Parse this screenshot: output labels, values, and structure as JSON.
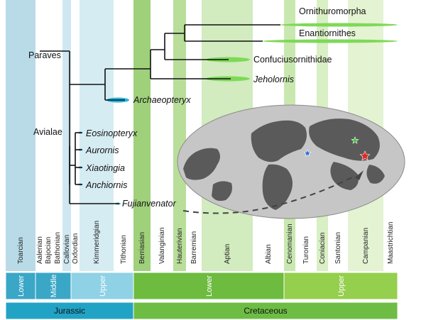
{
  "stages": [
    {
      "name": "Toarcian",
      "color": "#b9dbe8",
      "text": "#222222"
    },
    {
      "name": "Aalenian",
      "color": "#ffffff",
      "text": "#222222"
    },
    {
      "name": "Bajocian",
      "color": "#ffffff",
      "text": "#222222"
    },
    {
      "name": "Bathonian",
      "color": "#ffffff",
      "text": "#222222"
    },
    {
      "name": "Callovian",
      "color": "#cfe7f0",
      "text": "#222222"
    },
    {
      "name": "Oxfordian",
      "color": "#ffffff",
      "text": "#222222"
    },
    {
      "name": "Kimmeridgian",
      "color": "#d6ecf3",
      "text": "#222222"
    },
    {
      "name": "Tithonian",
      "color": "#ffffff",
      "text": "#222222"
    },
    {
      "name": "Berriasian",
      "color": "#9fd07a",
      "text": "#222222"
    },
    {
      "name": "Valanginian",
      "color": "#ffffff",
      "text": "#222222"
    },
    {
      "name": "Hauterivian",
      "color": "#b8de9a",
      "text": "#222222"
    },
    {
      "name": "Barremian",
      "color": "#ffffff",
      "text": "#222222"
    },
    {
      "name": "Aptian",
      "color": "#d2ebbf",
      "text": "#222222"
    },
    {
      "name": "Albian",
      "color": "#ffffff",
      "text": "#222222"
    },
    {
      "name": "Cenomanian",
      "color": "#c9e8b0",
      "text": "#222222"
    },
    {
      "name": "Turonian",
      "color": "#ffffff",
      "text": "#222222"
    },
    {
      "name": "Coniacian",
      "color": "#d9efc4",
      "text": "#222222"
    },
    {
      "name": "Santonian",
      "color": "#ffffff",
      "text": "#222222"
    },
    {
      "name": "Campanian",
      "color": "#e4f3d2",
      "text": "#222222"
    },
    {
      "name": "Maastrichtian",
      "color": "#ffffff",
      "text": "#999999"
    }
  ],
  "series": [
    {
      "name": "Lower",
      "color": "#3aa7c7"
    },
    {
      "name": "Middle",
      "color": "#3aa7c7"
    },
    {
      "name": "Upper",
      "color": "#8fd2e5"
    },
    {
      "name": "Lower",
      "color": "#6dbb3f"
    },
    {
      "name": "Upper",
      "color": "#95cf4e"
    }
  ],
  "periods": [
    {
      "name": "Jurassic",
      "color": "#21a3c6"
    },
    {
      "name": "Cretaceous",
      "color": "#6dbd45"
    }
  ],
  "clades": {
    "paraves": "Paraves",
    "avialae": "Avialae"
  },
  "taxa": [
    {
      "name": "Ornithuromorpha",
      "italic": false,
      "color": "#7ed957"
    },
    {
      "name": "Enantiornithes",
      "italic": false,
      "color": "#7ed957"
    },
    {
      "name": "Confuciusornithidae",
      "italic": false,
      "color": "#7ed957"
    },
    {
      "name": "Jeholornis",
      "italic": true,
      "color": "#7ed957"
    },
    {
      "name": "Archaeopteryx",
      "italic": true,
      "color": "#2bb5d9"
    },
    {
      "name": "Eosinopteryx",
      "italic": true,
      "color": "#2bb5d9"
    },
    {
      "name": "Aurornis",
      "italic": true,
      "color": "#2bb5d9"
    },
    {
      "name": "Xiaotingia",
      "italic": true,
      "color": "#2bb5d9"
    },
    {
      "name": "Anchiornis",
      "italic": true,
      "color": "#2bb5d9"
    },
    {
      "name": "Fujianvenator",
      "italic": true,
      "color": "#2bb5d9"
    }
  ],
  "map": {
    "ocean_color": "#c6c6c6",
    "land_color": "#5a5a5a",
    "markers": [
      {
        "label": "blue-star",
        "color": "#2f6fd6"
      },
      {
        "label": "green-star",
        "color": "#3cc83c"
      },
      {
        "label": "red-star",
        "color": "#e8251f"
      }
    ]
  }
}
